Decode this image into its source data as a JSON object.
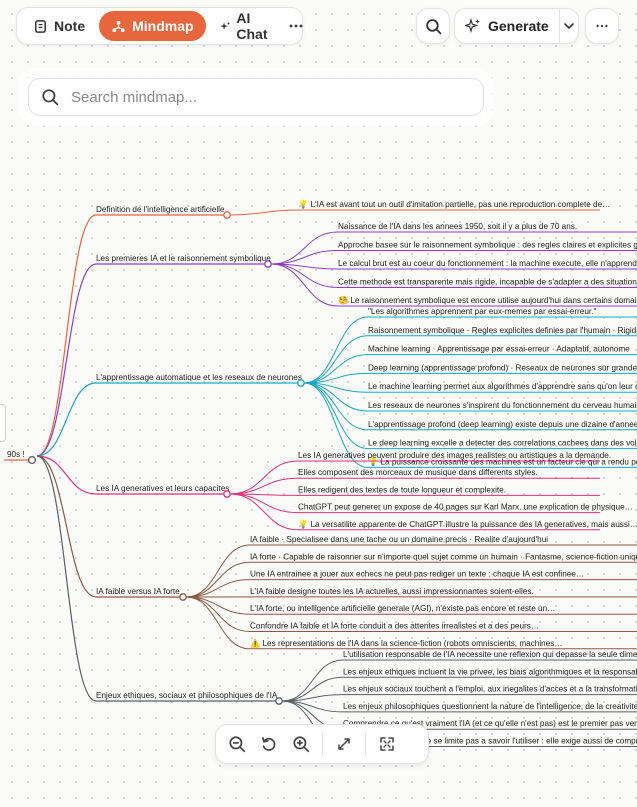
{
  "toolbar": {
    "tabs": [
      {
        "label": "Note",
        "icon": "note-icon",
        "active": false
      },
      {
        "label": "Mindmap",
        "icon": "mindmap-icon",
        "active": true
      },
      {
        "label": "AI Chat",
        "icon": "sparkle-icon",
        "active": false
      }
    ],
    "generate_label": "Generate",
    "accent": "#e8663d"
  },
  "search": {
    "placeholder": "Search mindmap...",
    "value": ""
  },
  "mindmap": {
    "root": "90s !",
    "branches": [
      {
        "label": "Definition de l'intelligence artificielle",
        "color": "#e8663d",
        "children": [
          "💡 L'IA est avant tout un outil d'imitation partielle, pas une reproduction complete de…"
        ]
      },
      {
        "label": "Les premieres IA et le raisonnement symbolique",
        "color": "#8b3fc9",
        "children": [
          "Naissance de l'IA dans les annees 1950, soit il y a plus de 70 ans.",
          "Approche basee sur le raisonnement symbolique : des regles claires et explicites guident…",
          "Le calcul brut est au coeur du fonctionnement : la machine execute, elle n'apprend pas.",
          "Cette methode est transparente mais rigide, incapable de s'adapter a des situations nouvelles.",
          "🧐 Le raisonnement symbolique est encore utilise aujourd'hui dans certains domaines…"
        ]
      },
      {
        "label": "L'apprentissage automatique et les reseaux de neurones",
        "color": "#1ba8c4",
        "children": [
          "\"Les algorithmes apprennent par eux-memes par essai-erreur.\"",
          "Raisonnement symbolique · Regles explicites definies par l'humain · Rigide, transparent",
          "Machine learning · Apprentissage par essai-erreur · Adaptatif, autonome",
          "Deep learning (apprentissage profond) · Reseaux de neurones sur grandes quantites de…",
          "Le machine learning permet aux algorithmes d'apprendre sans qu'on leur dicte chaque…",
          "Les reseaux de neurones s'inspirent du fonctionnement du cerveau humain pour…",
          "L'apprentissage profond (deep learning) existe depuis une dizaine d'annees…",
          "Le deep learning excelle a detecter des correlations cachees dans des volumes…",
          "💡 La puissance croissante des machines est un facteur cle qui a rendu possible…"
        ]
      },
      {
        "label": "Les IA generatives et leurs capacites",
        "color": "#e0307a",
        "children": [
          "Les IA generatives peuvent produire des images realistes ou artistiques a la demande.",
          "Elles composent des morceaux de musique dans differents styles.",
          "Elles redigent des textes de toute longueur et complexite.",
          "ChatGPT peut generer un expose de 40 pages sur Karl Marx, une explication de physique…",
          "💡 La versatilite apparente de ChatGPT illustre la puissance des IA generatives, mais aussi…"
        ]
      },
      {
        "label": "IA faible versus IA forte",
        "color": "#8a5a44",
        "children": [
          "IA faible · Specialisee dans une tache ou un domaine precis · Realite d'aujourd'hui",
          "IA forte · Capable de raisonner sur n'importe quel sujet comme un humain · Fantasme, science-fiction uniquement",
          "Une IA entrainee a jouer aux echecs ne peut pas rediger un texte : chaque IA est confinee…",
          "L'IA faible designe toutes les IA actuelles, aussi impressionnantes soient-elles.",
          "L'IA forte, ou intelligence artificielle generale (AGI), n'existe pas encore et reste un…",
          "Confondre IA faible et IA forte conduit a des attentes irrealistes et a des peurs…",
          "⚠️ Les representations de l'IA dans la science-fiction (robots omniscients, machines…"
        ]
      },
      {
        "label": "Enjeux ethiques, sociaux et philosophiques de l'IA",
        "color": "#5a5f66",
        "children": [
          "L'utilisation responsable de l'IA necessite une reflexion qui depasse la seule dimension…",
          "Les enjeux ethiques incluent la vie privee, les biais algorithmiques et la responsabilite…",
          "Les enjeux sociaux touchent a l'emploi, aux inegalites d'acces et a la transformation…",
          "Les enjeux philosophiques questionnent la nature de l'intelligence, de la creativite et…",
          "Comprendre ce qu'est vraiment l'IA (et ce qu'elle n'est pas) est le premier pas vers…",
          "💡 La maitrise de l'IA ne se limite pas a savoir l'utiliser : elle exige aussi de comprendre…"
        ]
      }
    ]
  }
}
